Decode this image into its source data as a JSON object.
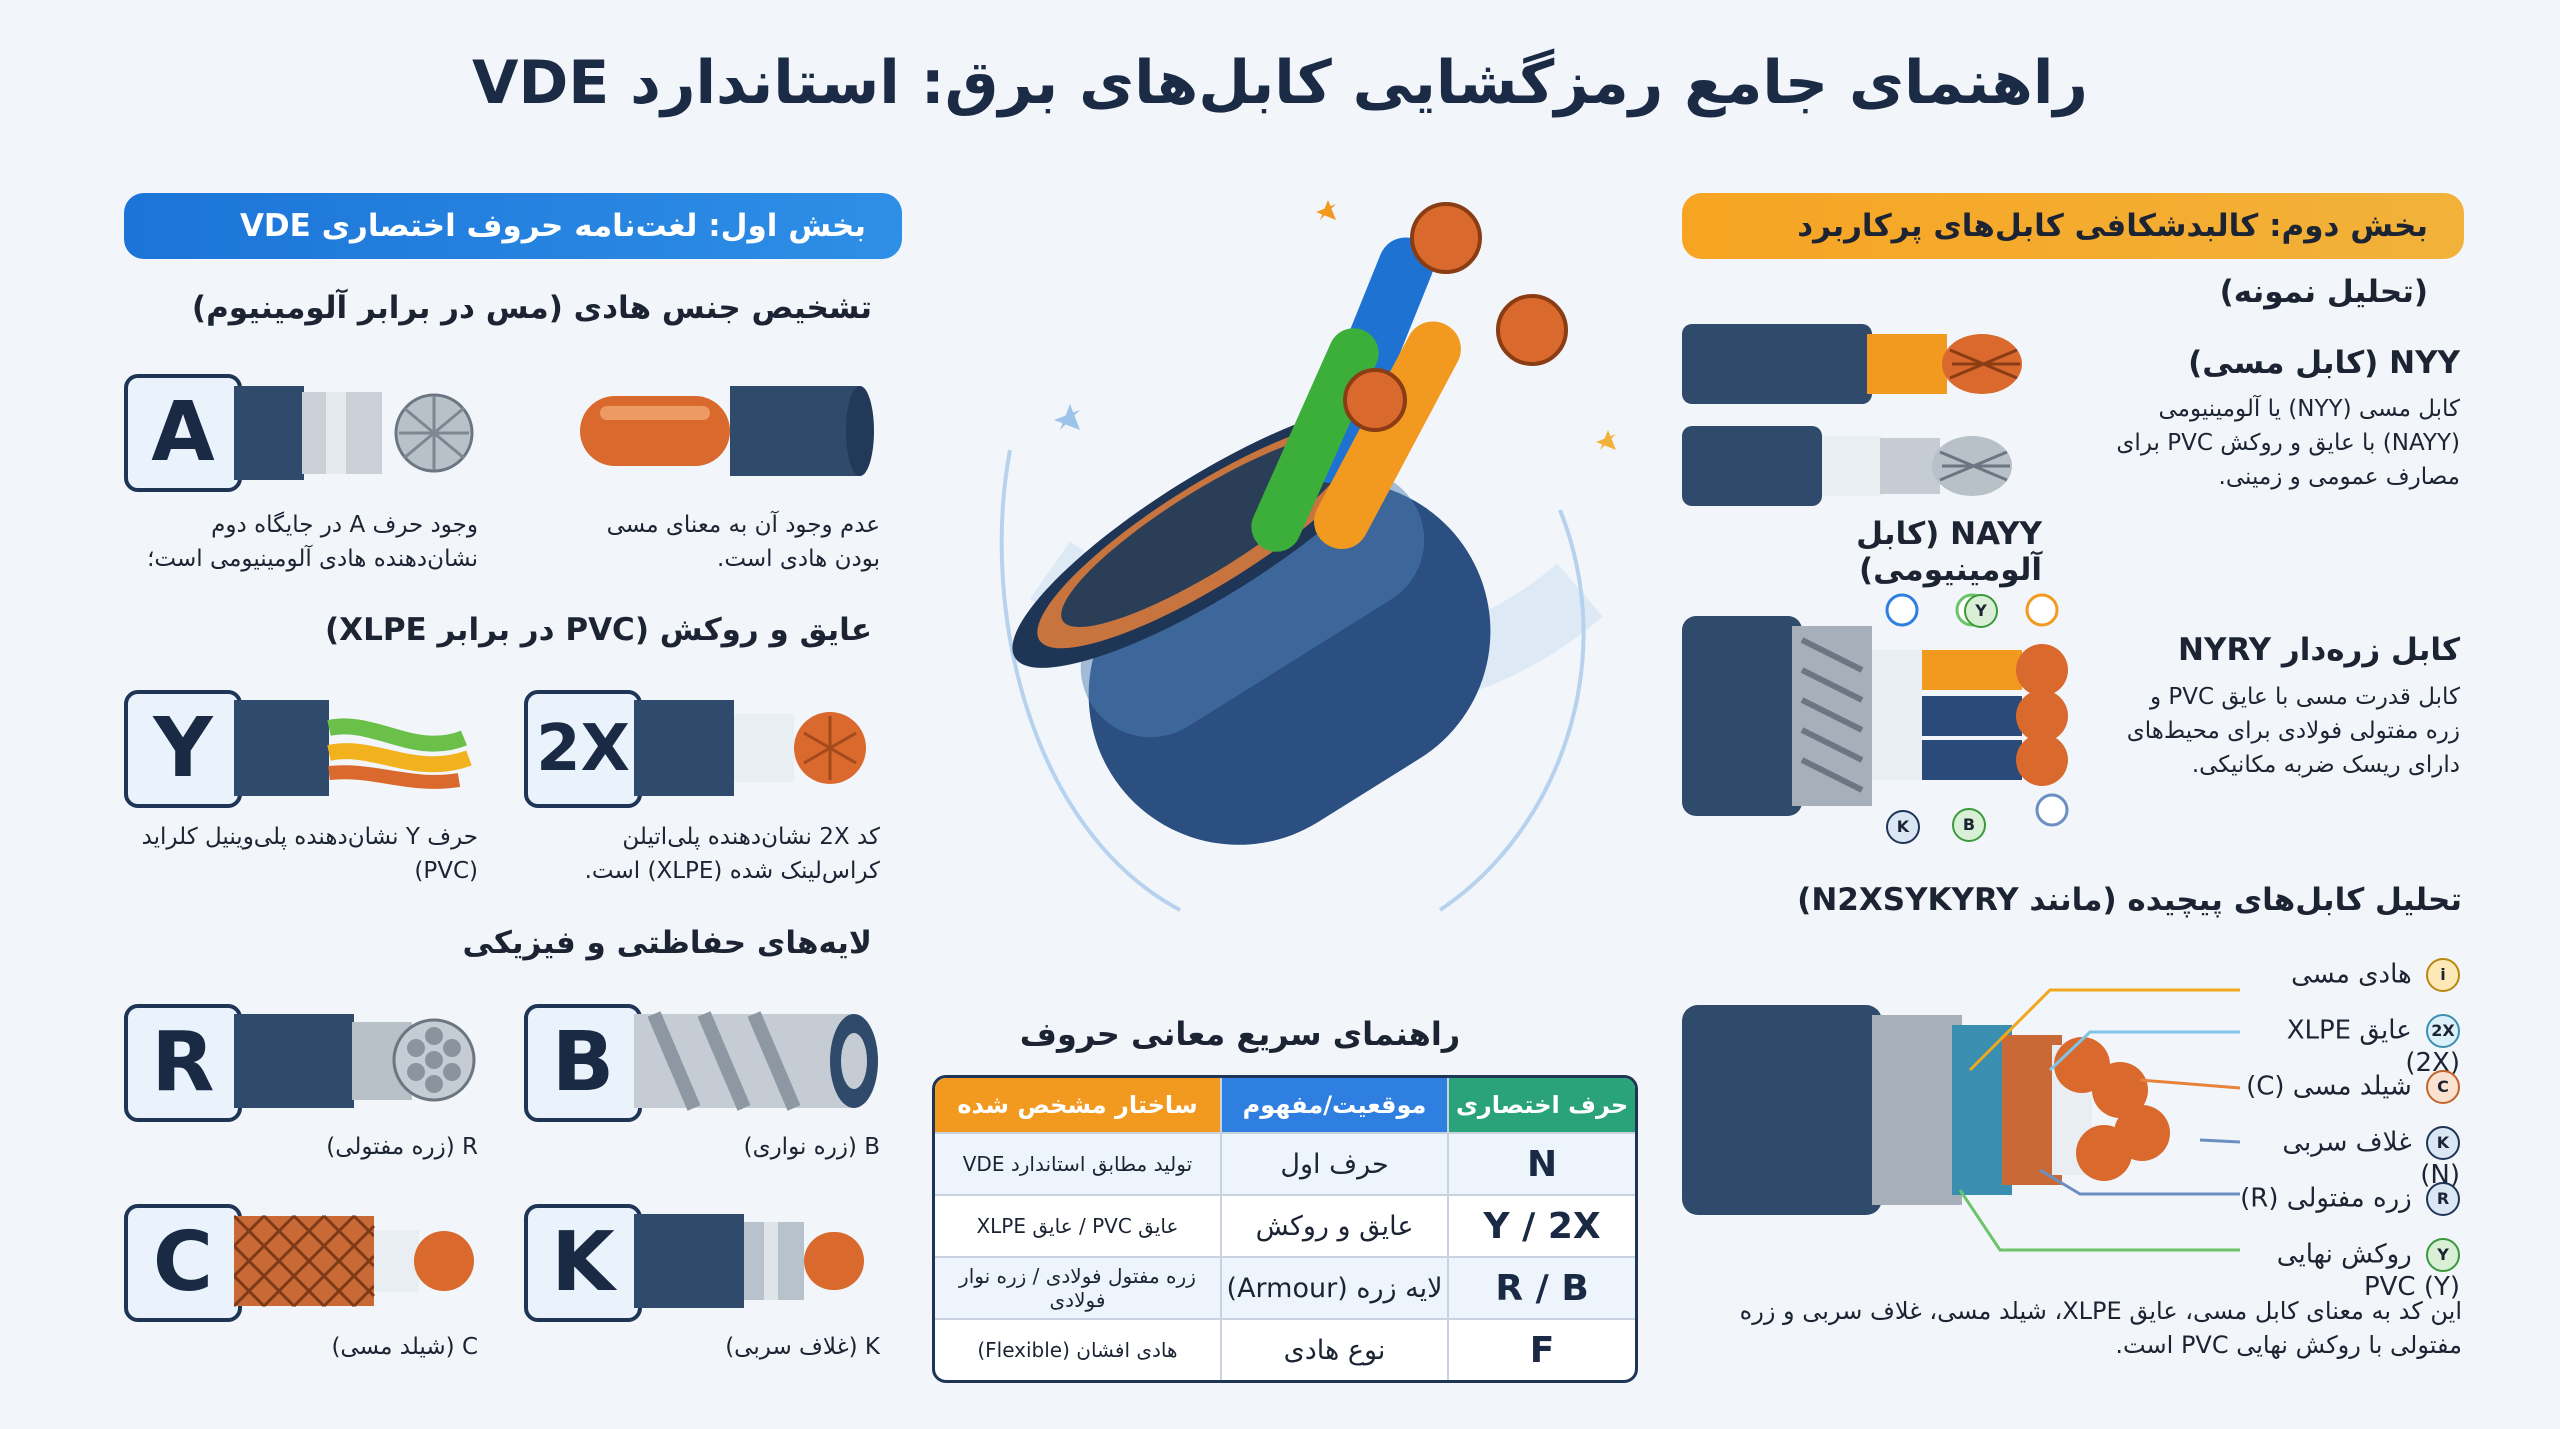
{
  "title": "راهنمای جامع رمزگشایی کابل‌های برق: استاندارد VDE",
  "section1": {
    "header": "بخش اول: لغت‌نامه حروف اختصاری VDE",
    "conductor": {
      "heading": "تشخیص جنس هادی (مس در برابر آلومینیوم)",
      "letter_a": "A",
      "caption_a": "وجود حرف A در جایگاه دوم نشان‌دهنده هادی آلومینیومی است؛",
      "caption_copper": "عدم وجود آن به معنای مسی بودن هادی است."
    },
    "insulation": {
      "heading": "عایق و روکش (PVC در برابر XLPE)",
      "letter_y": "Y",
      "caption_y": "حرف Y نشان‌دهنده پلی‌وینیل کلراید (PVC)",
      "letter_2x": "2X",
      "caption_2x": "کد 2X نشان‌دهنده پلی‌اتیلن کراس‌لینک شده (XLPE) است."
    },
    "protection": {
      "heading": "لایه‌های حفاظتی و فیزیکی",
      "letter_r": "R",
      "caption_r": "R (زره مفتولی)",
      "letter_b": "B",
      "caption_b": "B (زره نواری)",
      "letter_c": "C",
      "caption_c": "C (شیلد مسی)",
      "letter_k": "K",
      "caption_k": "K (غلاف سربی)"
    }
  },
  "quick_guide": {
    "title": "راهنمای سریع معانی حروف",
    "headers": [
      "حرف اختصاری",
      "موقعیت/مفهوم",
      "ساختار مشخص شده"
    ],
    "rows": [
      [
        "N",
        "حرف اول",
        "تولید مطابق استاندارد VDE"
      ],
      [
        "Y / 2X",
        "عایق و روکش",
        "عایق PVC / عایق XLPE"
      ],
      [
        "R / B",
        "لایه زره (Armour)",
        "زره مفتول فولادی / زره نوار فولادی"
      ],
      [
        "F",
        "نوع هادی",
        "هادی افشان (Flexible)"
      ]
    ]
  },
  "section2": {
    "header": "بخش دوم: کالبدشکافی کابل‌های پرکاربرد (تحلیل نمونه)",
    "nyy": {
      "title": "NYY (کابل مسی)",
      "desc": "کابل مسی (NYY) یا آلومینیومی (NAYY) با عایق و روکش PVC برای مصارف عمومی و زمینی.",
      "nayy_label": "NAYY (کابل آلومینیومی)"
    },
    "nyry": {
      "title": "کابل زره‌دار NYRY",
      "desc": "کابل قدرت مسی با عایق PVC و زره مفتولی فولادی برای محیط‌های دارای ریسک ضربه مکانیکی.",
      "badges": [
        "Y",
        "B",
        "K"
      ]
    },
    "complex": {
      "heading": "تحلیل کابل‌های پیچیده (مانند N2XSYKYRY)",
      "layers": [
        {
          "label": "هادی مسی",
          "badge": "i",
          "color": "#f2a81d"
        },
        {
          "label": "عایق XLPE (2X)",
          "badge": "2X",
          "color": "#7fc4e6"
        },
        {
          "label": "شیلد مسی (C)",
          "badge": "C",
          "color": "#e8823a"
        },
        {
          "label": "غلاف سربی (N)",
          "badge": "K",
          "color": "#6c8fc2"
        },
        {
          "label": "زره مفتولی (R)",
          "badge": "R",
          "color": "#6c8fc2"
        },
        {
          "label": "روکش نهایی PVC (Y)",
          "badge": "Y",
          "color": "#6bc46a"
        }
      ],
      "summary": "این کد به معنای کابل مسی، عایق XLPE، شیلد مسی، غلاف سربی و زره مفتولی با روکش نهایی PVC است."
    }
  }
}
